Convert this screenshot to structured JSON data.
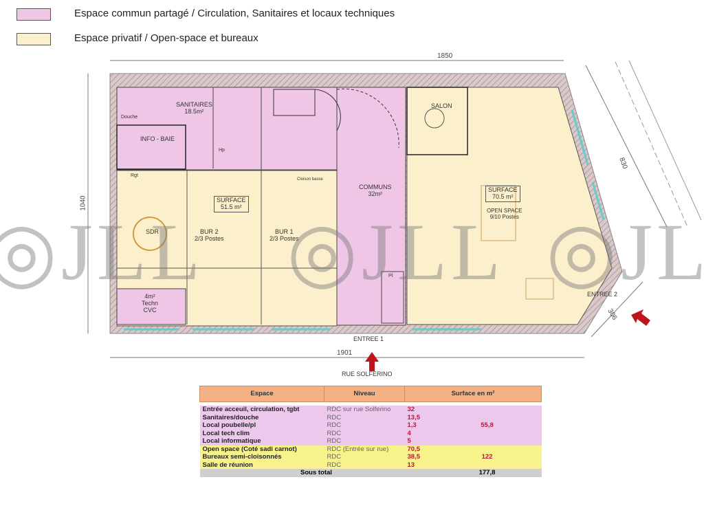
{
  "legend": [
    {
      "label": "Espace commun partagé / Circulation, Sanitaires et locaux techniques",
      "color": "#efc6e6"
    },
    {
      "label": "Espace privatif / Open-space et bureaux",
      "color": "#fcf0cc"
    }
  ],
  "plan": {
    "dimensions": {
      "top": "1850",
      "left": "1040",
      "right": "830",
      "bottom": "1901",
      "corner": "306"
    },
    "rooms": {
      "sanitaires": "SANITAIRES\n18.5m²",
      "douche": "Douche",
      "info_baie": "INFO - BAIE",
      "hp": "Hp",
      "communs": "COMMUNS\n32m²",
      "salon": "SALON",
      "surface_left": "SURFACE\n51.5 m²",
      "sdr": "SDR",
      "bur2": "BUR 2\n2/3 Postes",
      "bur1": "BUR 1\n2/3 Postes",
      "techn": "4m²\nTechn\nCVC",
      "pl": "Pl",
      "surface_right": "SURFACE\n70.5 m²",
      "open_space": "OPEN SPACE\n9/10 Postes",
      "cloison": "Cloison basse",
      "rgt": "Rgt"
    },
    "entrances": {
      "entree1": "ENTREE 1",
      "entree2": "ENTREE 2"
    },
    "street": "RUE SOLFERINO",
    "watermark": "JLL",
    "colors": {
      "common": "#efc6e6",
      "private": "#fcf0cc",
      "arrow": "#c0141c",
      "wall": "#b89a9a"
    }
  },
  "table": {
    "headers": [
      "Espace",
      "Niveau",
      "Surface en m²"
    ],
    "rows": [
      {
        "espace": "Entrée acceuil, circulation, tgbt",
        "niveau": "RDC sur rue Solferino",
        "surface": "32",
        "group": "common"
      },
      {
        "espace": "Sanitaires/douche",
        "niveau": "RDC",
        "surface": "13,5",
        "group": "common"
      },
      {
        "espace": "Local poubelle/pl",
        "niveau": "RDC",
        "surface": "1,3",
        "group": "common"
      },
      {
        "espace": "Local tech clim",
        "niveau": "RDC",
        "surface": "4",
        "group": "common"
      },
      {
        "espace": "Local informatique",
        "niveau": "RDC",
        "surface": "5",
        "group": "common"
      },
      {
        "espace": "Open space (Coté sadi carnot)",
        "niveau": "RDC (Entrée sur rue)",
        "surface": "70,5",
        "group": "private"
      },
      {
        "espace": "Bureaux semi-cloisonnés",
        "niveau": "RDC",
        "surface": "38,5",
        "group": "private"
      },
      {
        "espace": "Salle de réunion",
        "niveau": "RDC",
        "surface": "13",
        "group": "private"
      }
    ],
    "subtotals": {
      "common": "55,8",
      "private": "122"
    },
    "total_label": "Sous total",
    "total": "177,8"
  }
}
